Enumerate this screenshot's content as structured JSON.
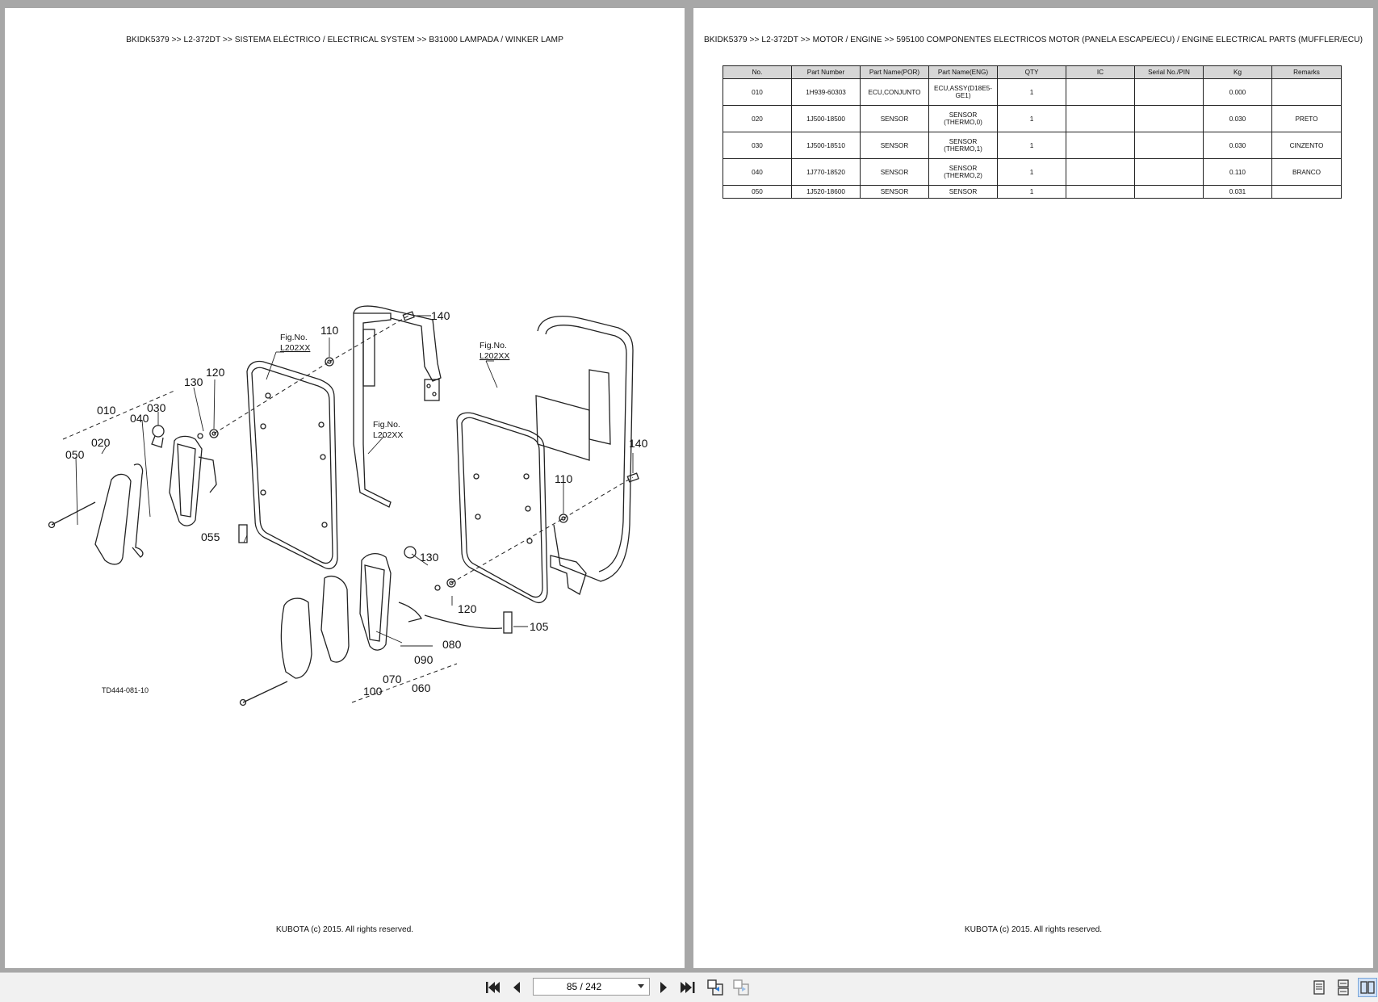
{
  "left_page": {
    "breadcrumb": "BKIDK5379 >> L2-372DT >> SISTEMA ELÉCTRICO / ELECTRICAL SYSTEM >> B31000   LAMPADA / WINKER LAMP",
    "footer": "KUBOTA (c) 2015. All rights reserved.",
    "diagram": {
      "figure_id": "TD444-081-10",
      "callouts": {
        "c010": "010",
        "c020": "020",
        "c030": "030",
        "c040": "040",
        "c050": "050",
        "c055": "055",
        "c060": "060",
        "c070": "070",
        "c080": "080",
        "c090": "090",
        "c100": "100",
        "c105": "105",
        "c110a": "110",
        "c110b": "110",
        "c120a": "120",
        "c120b": "120",
        "c130a": "130",
        "c130b": "130",
        "c140a": "140",
        "c140b": "140"
      },
      "fig_ref_label": "Fig.No.",
      "fig_ref_code": "L202XX"
    }
  },
  "right_page": {
    "breadcrumb": "BKIDK5379 >> L2-372DT >> MOTOR / ENGINE >> 595100   COMPONENTES ELECTRICOS MOTOR (PANELA ESCAPE/ECU) / ENGINE ELECTRICAL PARTS (MUFFLER/ECU)",
    "footer": "KUBOTA (c) 2015. All rights reserved.",
    "table": {
      "headers": [
        "No.",
        "Part Number",
        "Part Name(POR)",
        "Part Name(ENG)",
        "QTY",
        "IC",
        "Serial No./PIN",
        "Kg",
        "Remarks"
      ],
      "rows": [
        [
          "010",
          "1H939-60303",
          "ECU,CONJUNTO",
          "ECU,ASSY(D18E5-GE1)",
          "1",
          "",
          "",
          "0.000",
          ""
        ],
        [
          "020",
          "1J500-18500",
          "SENSOR",
          "SENSOR (THERMO,0)",
          "1",
          "",
          "",
          "0.030",
          "PRETO"
        ],
        [
          "030",
          "1J500-18510",
          "SENSOR",
          "SENSOR (THERMO,1)",
          "1",
          "",
          "",
          "0.030",
          "CINZENTO"
        ],
        [
          "040",
          "1J770-18520",
          "SENSOR",
          "SENSOR (THERMO,2)",
          "1",
          "",
          "",
          "0.110",
          "BRANCO"
        ],
        [
          "050",
          "1J520-18600",
          "SENSOR",
          "SENSOR",
          "1",
          "",
          "",
          "0.031",
          ""
        ]
      ]
    }
  },
  "toolbar": {
    "page_indicator": "85 / 242",
    "icons": [
      "first-page-icon",
      "previous-page-icon",
      "next-page-icon",
      "last-page-icon",
      "go-back-view-icon",
      "go-forward-view-icon",
      "single-page-view-icon",
      "continuous-view-icon",
      "two-page-view-icon"
    ]
  }
}
